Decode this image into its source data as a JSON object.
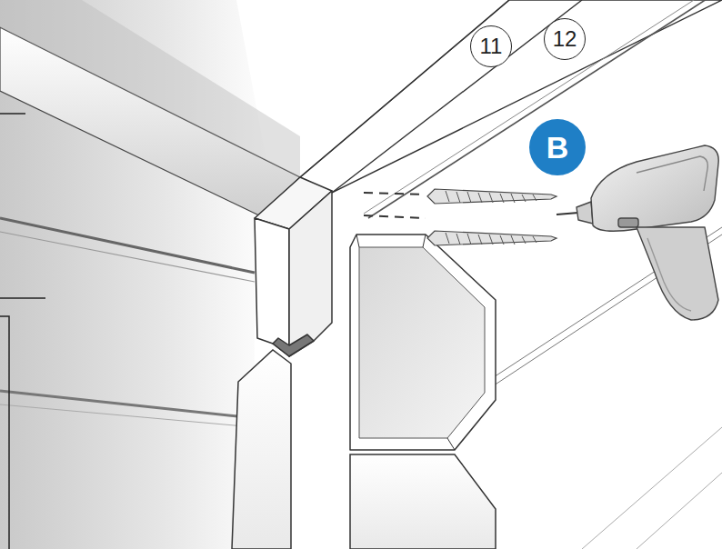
{
  "diagram": {
    "nodes": [
      {
        "text": [
          "12"
        ]
      },
      {
        "text": [
          "11"
        ]
      },
      {
        "text": [
          "B"
        ]
      }
    ]
  }
}
